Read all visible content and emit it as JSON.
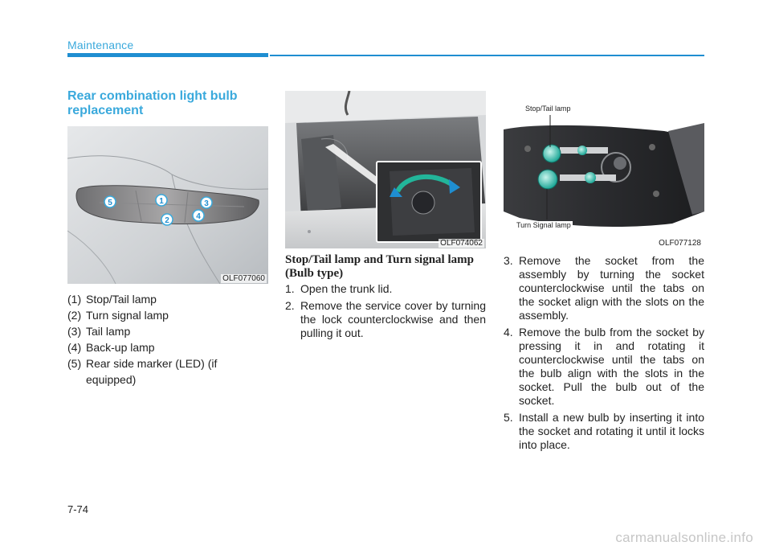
{
  "header": {
    "section": "Maintenance"
  },
  "col1": {
    "title": "Rear combination light bulb replacement",
    "figure_code": "OLF077060",
    "callouts": [
      "5",
      "1",
      "3",
      "2",
      "4"
    ],
    "items": [
      {
        "num": "(1)",
        "label": "Stop/Tail lamp"
      },
      {
        "num": "(2)",
        "label": "Turn signal lamp"
      },
      {
        "num": "(3)",
        "label": "Tail lamp"
      },
      {
        "num": "(4)",
        "label": "Back-up lamp"
      },
      {
        "num": "(5)",
        "label": "Rear side marker (LED) (if equipped)"
      }
    ]
  },
  "col2": {
    "figure_code": "OLF074062",
    "subtitle": "Stop/Tail lamp and Turn signal lamp (Bulb type)",
    "steps": [
      {
        "num": "1.",
        "text": "Open the trunk lid."
      },
      {
        "num": "2.",
        "text": "Remove the service cover by turning the lock counterclockwise and then pulling it out."
      }
    ]
  },
  "col3": {
    "figure_code": "OLF077128",
    "label_top": "Stop/Tail lamp",
    "label_bottom": "Turn Signal lamp",
    "steps": [
      {
        "num": "3.",
        "text": "Remove the socket from the assembly by turning the socket counterclockwise until the tabs on the socket align with the slots on the assembly."
      },
      {
        "num": "4.",
        "text": "Remove the bulb from the socket by pressing it in and rotating it counterclockwise until the tabs on the bulb align with the slots in the socket. Pull the bulb out of the socket."
      },
      {
        "num": "5.",
        "text": "Install a new bulb by inserting it into the socket and rotating it until it locks into place."
      }
    ]
  },
  "footer": {
    "page": "7-74",
    "watermark": "carmanualsonline.info"
  }
}
